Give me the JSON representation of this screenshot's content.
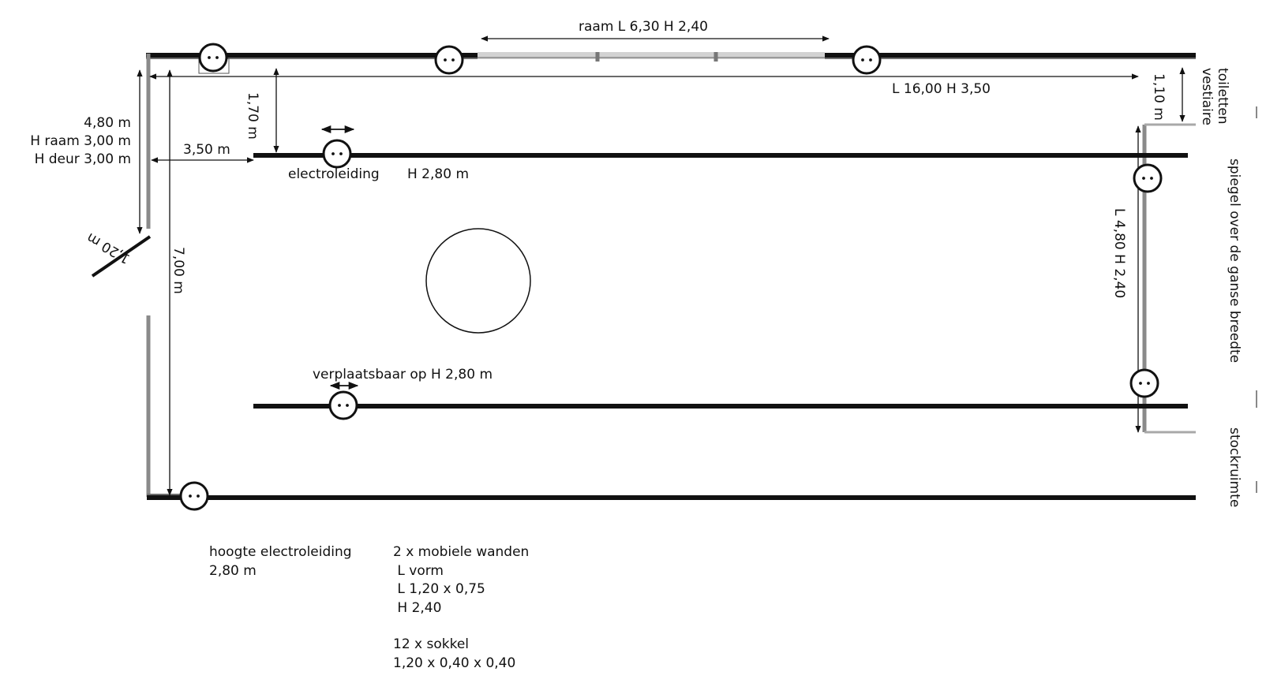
{
  "labels": {
    "window": "raam  L  6,30   H 2,40",
    "room_length": "L 16,00   H  3,50",
    "left_height": "4,80 m",
    "left_window_height": "H raam 3,00 m",
    "left_door_height": "H deur   3,00 m",
    "entrance_width": "3,50 m",
    "track_offset": "1,70 m",
    "door_width": "1,20 m",
    "room_width": "7,00 m",
    "toilets_offset": "1,10 m",
    "electroleiding": "electroleiding",
    "electroleiding_height": "H 2,80 m",
    "movable": "verplaatsbaar op H 2,80 m",
    "mirror_size": "L 4,80    H  2,40",
    "toilets": "toiletten",
    "vestiaire": "vestiaire",
    "mirror": "spiegel over de ganse breedte",
    "stock": "stockruimte"
  },
  "notes": {
    "height_title": "hoogte electroleiding",
    "height_value": "2,80 m",
    "walls_title": "2 x mobiele wanden",
    "walls_shape": " L vorm",
    "walls_size": " L 1,20 x 0,75",
    "walls_height": " H 2,40",
    "sokkel_title": "12 x sokkel",
    "sokkel_size": "1,20 x 0,40 x 0,40"
  },
  "colors": {
    "wall": "#111111",
    "wall_gray": "#7a7a7a",
    "window": "#c8c8c8",
    "light_gray": "#a0a0a0"
  },
  "icons": [
    "power-outlet-icon",
    "round-table-icon",
    "double-arrow-icon"
  ]
}
